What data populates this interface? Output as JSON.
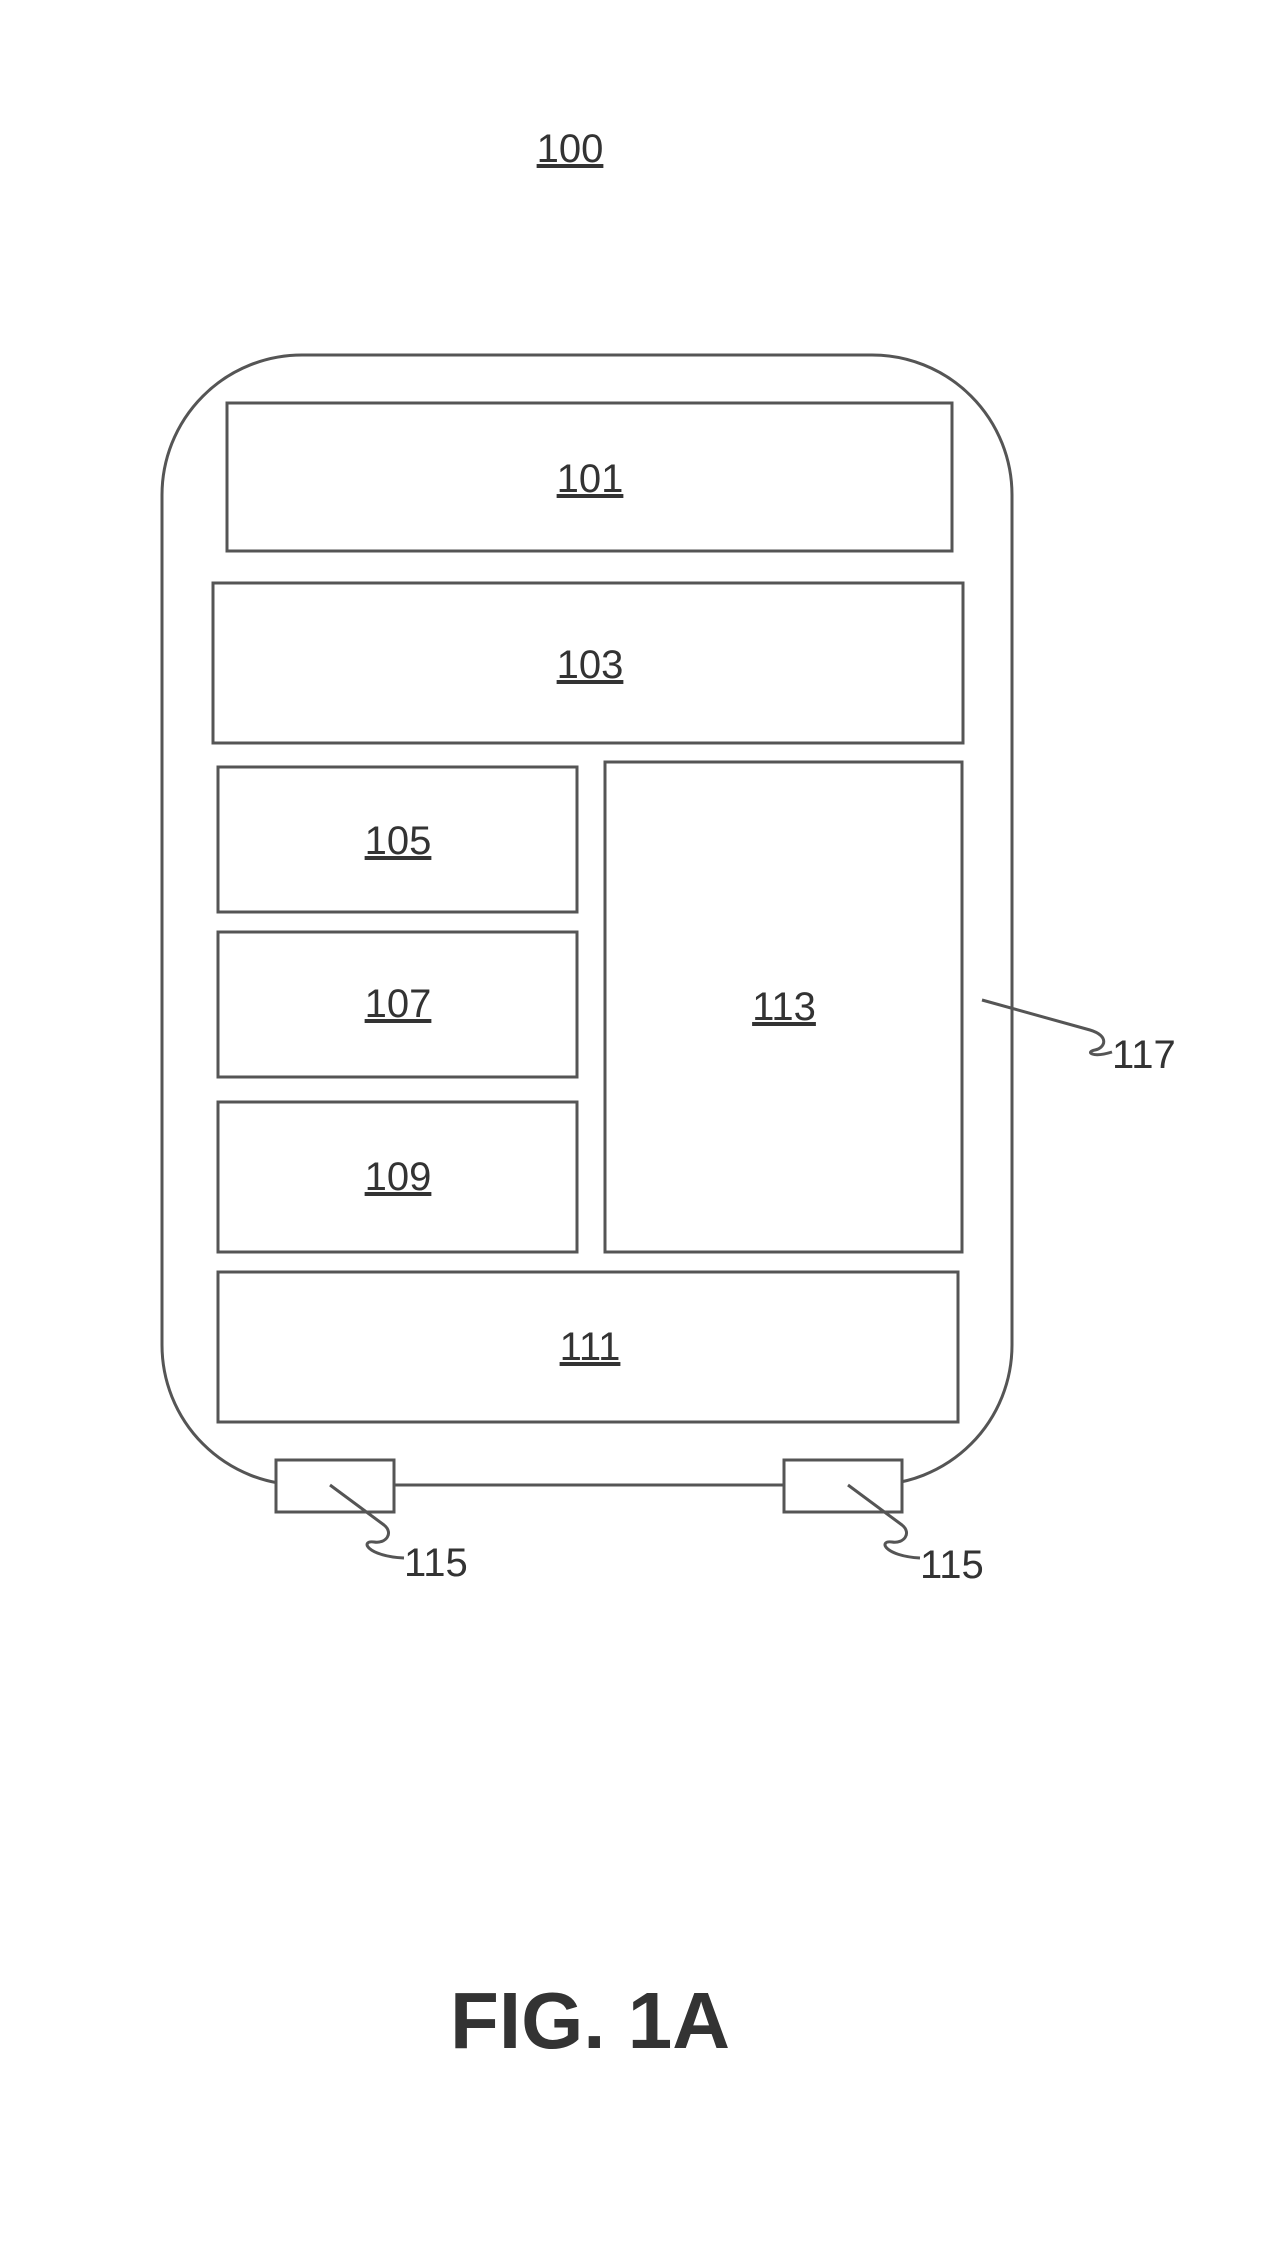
{
  "figure": {
    "device_ref": "100",
    "caption": "FIG. 1A"
  },
  "components": {
    "c101": "101",
    "c103": "103",
    "c105": "105",
    "c107": "107",
    "c109": "109",
    "c111": "111",
    "c113": "113"
  },
  "leaders": {
    "housing": "117",
    "connector_left": "115",
    "connector_right": "115"
  },
  "colors": {
    "line": "#555555",
    "text": "#333333",
    "background": "#ffffff"
  }
}
